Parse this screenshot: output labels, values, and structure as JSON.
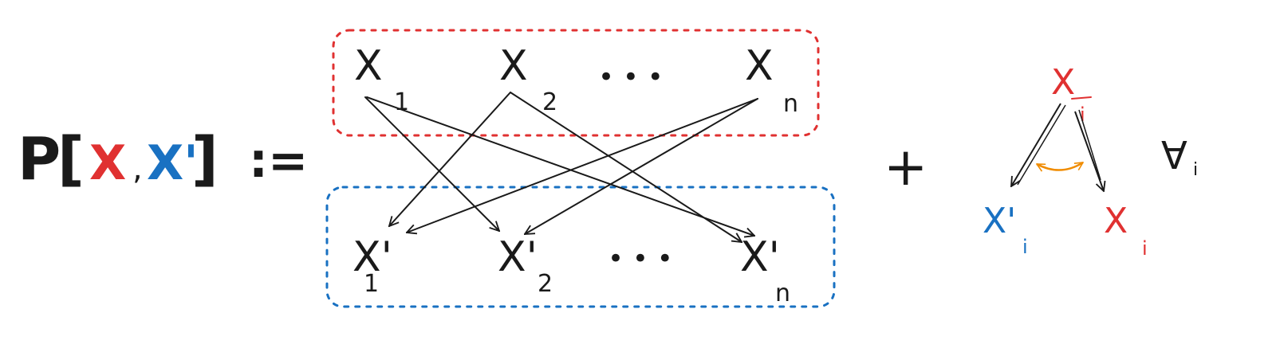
{
  "colors": {
    "ink": "#1a1a1a",
    "red": "#e03131",
    "blue": "#1971c2",
    "orange": "#f08c00"
  },
  "lhs": {
    "p": "P",
    "open_bracket": "[",
    "x": "X",
    "comma": ",",
    "x_prime": "X'",
    "close_bracket": "]",
    "defeq": ":="
  },
  "top_row": {
    "x1": "X",
    "x1_sub": "1",
    "x2": "X",
    "x2_sub": "2",
    "dots": "• • •",
    "xn": "X",
    "xn_sub": "n"
  },
  "bottom_row": {
    "x1": "X'",
    "x1_sub": "1",
    "x2": "X'",
    "x2_sub": "2",
    "dots": "• • •",
    "xn": "X'",
    "xn_sub": "n"
  },
  "plus": "+",
  "rhs": {
    "top": "X",
    "top_sub": "i",
    "left": "X'",
    "left_sub": "i",
    "right": "X",
    "right_sub": "i",
    "forall": "∀",
    "forall_sub": "i"
  }
}
